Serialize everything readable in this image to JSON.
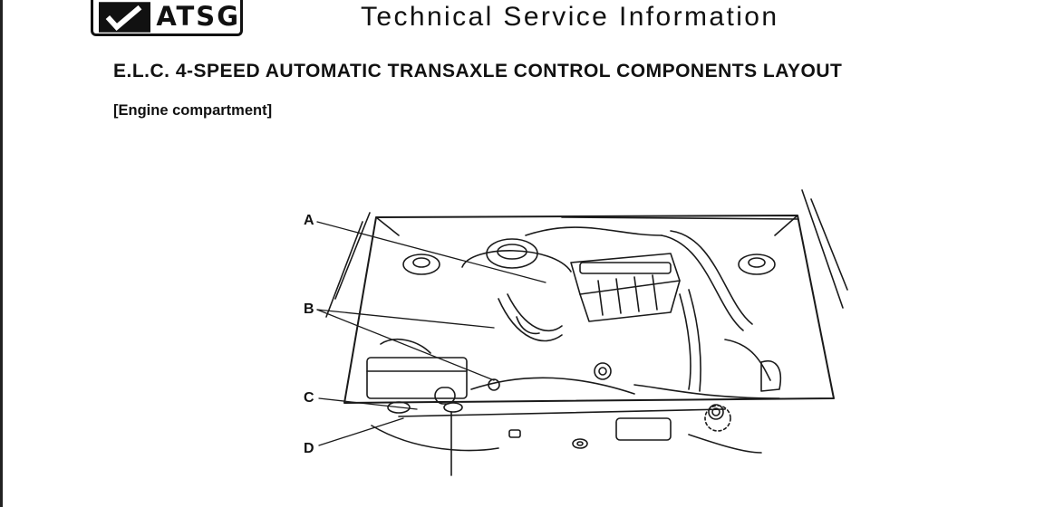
{
  "header": {
    "logo_text": "ATSG",
    "title": "Technical Service Information"
  },
  "document": {
    "title": "E.L.C. 4-SPEED AUTOMATIC TRANSAXLE CONTROL COMPONENTS LAYOUT",
    "subtitle": "[Engine compartment]"
  },
  "diagram": {
    "callouts": [
      {
        "id": "A",
        "label": "A"
      },
      {
        "id": "B",
        "label": "B"
      },
      {
        "id": "C",
        "label": "C"
      },
      {
        "id": "D",
        "label": "D"
      }
    ]
  }
}
